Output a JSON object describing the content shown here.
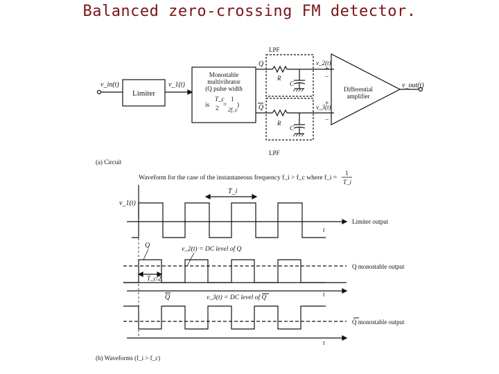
{
  "title": "Balanced zero-crossing FM detector.",
  "circuit": {
    "input": "v_in(t)",
    "limiter": "Limiter",
    "v1": "v_1(t)",
    "mono_line1": "Monostable",
    "mono_line2": "multivibrator",
    "mono_line3": "(Q pulse width",
    "mono_is": "is",
    "mono_frac1_num": "T_c",
    "mono_frac1_den": "2",
    "mono_eq": "=",
    "mono_frac2_num": "1",
    "mono_frac2_den": "2f_c",
    "mono_close": ")",
    "q": "Q",
    "qbar": "Q",
    "lpf_top": "LPF",
    "lpf_bottom": "LPF",
    "r": "R",
    "c": "C",
    "v2": "v_2(t)",
    "v3": "v_3(t)",
    "plus": "+",
    "minus": "−",
    "diff_line1": "Differential",
    "diff_line2": "amplifier",
    "out": "v_out(t)",
    "caption": "(a) Circuit"
  },
  "waveforms": {
    "header": "Waveform for the case of the instantaneous frequency f_i > f_c where f_i =",
    "header_frac_num": "1",
    "header_frac_den": "T_i",
    "ti_label": "T_i",
    "v1": "v_1(t)",
    "limiter_output": "Limiter output",
    "t": "t",
    "q": "Q",
    "v2_dc": "v_2(t) = DC level of Q",
    "tc2": "T_c/2",
    "q_mono": "Q monostable output",
    "qbar": "Q",
    "v3_dc": "v_3(t) = DC level of Q",
    "qbar_mono": "Q monostable output",
    "caption": "(b) Waveforms (f_i > f_c)",
    "limiter_pulse_rising_edges": [
      200,
      267,
      334,
      401
    ],
    "q_pulse_rising_edges": [
      200,
      267,
      334,
      401
    ],
    "qbar_pulse_falling_edges": [
      233,
      300,
      367,
      434
    ]
  },
  "colors": {
    "title": "#7a1518",
    "ink": "#111111"
  }
}
